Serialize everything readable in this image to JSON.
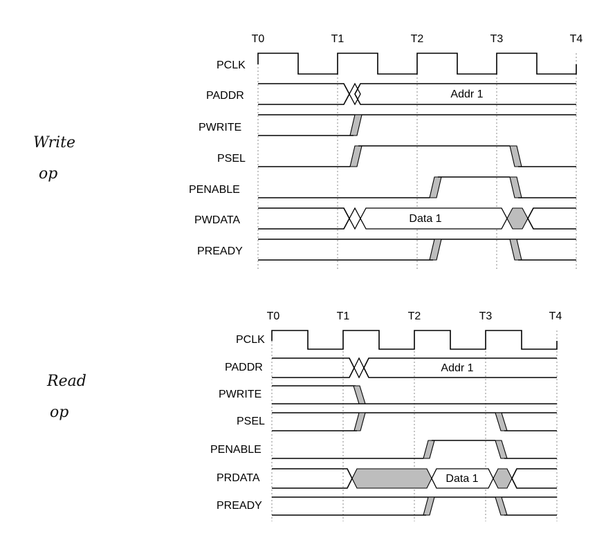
{
  "annotations": [
    {
      "line1": "Write",
      "line2": "op"
    },
    {
      "line1": "Read",
      "line2": "op"
    }
  ],
  "diagrams": [
    {
      "time_labels": [
        "T0",
        "T1",
        "T2",
        "T3",
        "T4"
      ],
      "signals": [
        {
          "name": "PCLK",
          "kind": "clock"
        },
        {
          "name": "PADDR",
          "kind": "bus",
          "label": "Addr 1"
        },
        {
          "name": "PWRITE",
          "kind": "wire"
        },
        {
          "name": "PSEL",
          "kind": "wire"
        },
        {
          "name": "PENABLE",
          "kind": "wire"
        },
        {
          "name": "PWDATA",
          "kind": "bus",
          "label": "Data 1"
        },
        {
          "name": "PREADY",
          "kind": "wire"
        }
      ]
    },
    {
      "time_labels": [
        "T0",
        "T1",
        "T2",
        "T3",
        "T4"
      ],
      "signals": [
        {
          "name": "PCLK",
          "kind": "clock"
        },
        {
          "name": "PADDR",
          "kind": "bus",
          "label": "Addr 1"
        },
        {
          "name": "PWRITE",
          "kind": "wire"
        },
        {
          "name": "PSEL",
          "kind": "wire"
        },
        {
          "name": "PENABLE",
          "kind": "wire"
        },
        {
          "name": "PRDATA",
          "kind": "bus",
          "label": "Data 1"
        },
        {
          "name": "PREADY",
          "kind": "wire"
        }
      ]
    }
  ]
}
